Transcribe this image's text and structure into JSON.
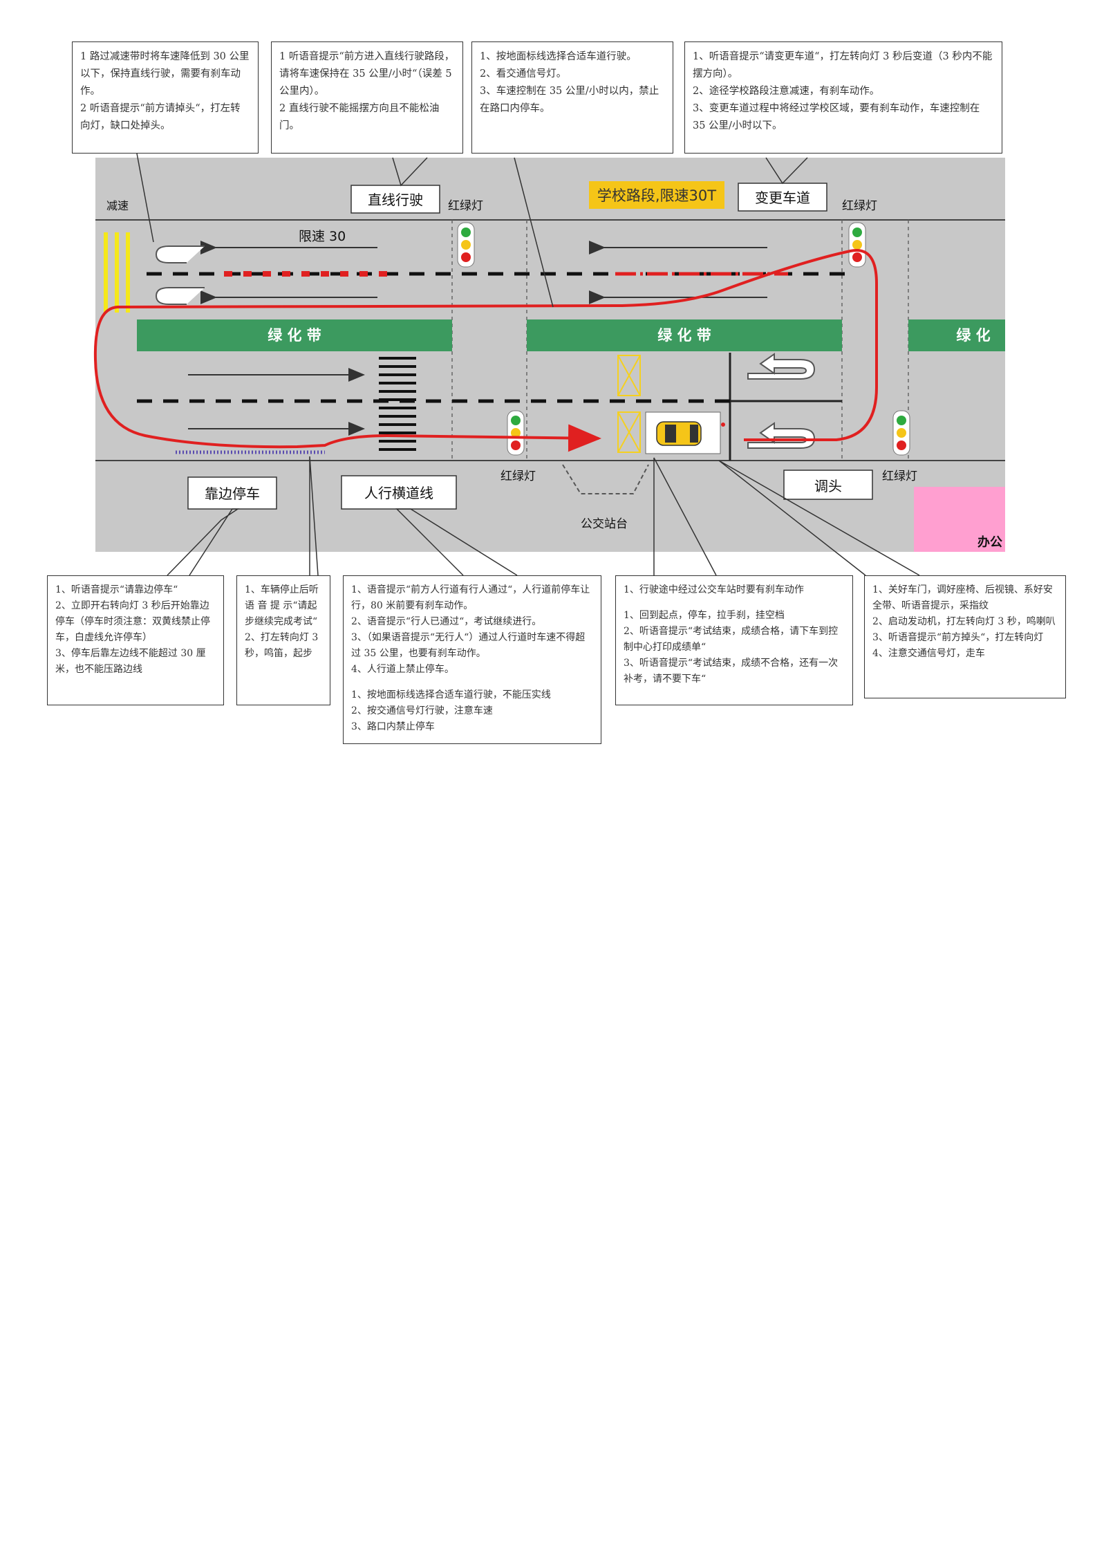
{
  "notes": {
    "speed_bump_uturn": [
      "1 路过减速带时将车速降低到 30 公里以下，保持直线行驶，需要有刹车动作。",
      "2 听语音提示“前方请掉头“，打左转向灯，缺口处掉头。"
    ],
    "straight_driving": [
      "1 听语音提示“前方进入直线行驶路段，请将车速保持在 35 公里/小时“（误差 5 公里内）。",
      "2 直线行驶不能摇摆方向且不能松油门。"
    ],
    "intersection": [
      "1、按地面标线选择合适车道行驶。",
      "2、看交通信号灯。",
      "3、车速控制在 35 公里/小时以内，禁止在路口内停车。"
    ],
    "lane_change": [
      "1、听语音提示“请变更车道“，打左转向灯 3 秒后变道（3 秒内不能摆方向）。",
      "2、途径学校路段注意减速，有刹车动作。",
      "3、变更车道过程中将经过学校区域，要有刹车动作，车速控制在 35 公里/小时以下。"
    ],
    "pull_over": [
      "1、听语音提示“请靠边停车“",
      "2、立即开右转向灯 3 秒后开始靠边停车（停车时须注意：双黄线禁止停车，白虚线允许停车）",
      "3、停车后靠左边线不能超过 30 厘米，也不能压路边线"
    ],
    "restart": [
      "1、车辆停止后听 语 音 提 示“请起步继续完成考试“",
      "2、打左转向灯 3 秒，鸣笛，起步"
    ],
    "crosswalk_a": [
      "1、语音提示“前方人行道有行人通过“，人行道前停车让行，80 米前要有刹车动作。",
      "2、语音提示“行人已通过“，考试继续进行。",
      "3、（如果语音提示“无行人“）通过人行道时车速不得超过 35 公里，也要有刹车动作。",
      "4、人行道上禁止停车。"
    ],
    "crosswalk_b": [
      "1、按地面标线选择合适车道行驶，不能压实线",
      "2、按交通信号灯行驶，注意车速",
      "3、路口内禁止停车"
    ],
    "bus_stop_a": [
      "1、行驶途中经过公交车站时要有刹车动作"
    ],
    "bus_stop_b": [
      "1、回到起点，停车，拉手刹，挂空档",
      "2、听语音提示“考试结束，成绩合格，请下车到控制中心打印成绩单“",
      "3、听语音提示“考试结束，成绩不合格，还有一次补考，请不要下车“"
    ],
    "start": [
      "1、关好车门，调好座椅、后视镜、系好安全带、听语音提示，采指纹",
      "2、启动发动机，打左转向灯 3 秒，鸣喇叭",
      "3、听语音提示“前方掉头“，打左转向灯",
      "4、注意交通信号灯，走车"
    ]
  },
  "diagram": {
    "speed_bump": "减速",
    "speed_limit": "限速 30",
    "greenbelt": "绿 化 带",
    "greenbelt_partial": "绿 化",
    "traffic_light": "红绿灯",
    "school_zone": "学校路段,限速30T",
    "bus_stop": "公交站台",
    "office": "办公",
    "labels": {
      "straight": "直线行驶",
      "lane_change": "变更车道",
      "pull_over": "靠边停车",
      "crosswalk": "人行横道线",
      "u_turn": "调头"
    }
  },
  "colors": {
    "road": "#c8c8c8",
    "greenbelt": "#3c9a5f",
    "route": "#e02020",
    "school_zone_bg": "#f5c518",
    "office": "#ff9fd0",
    "speed_bump": "#f5e81a"
  }
}
